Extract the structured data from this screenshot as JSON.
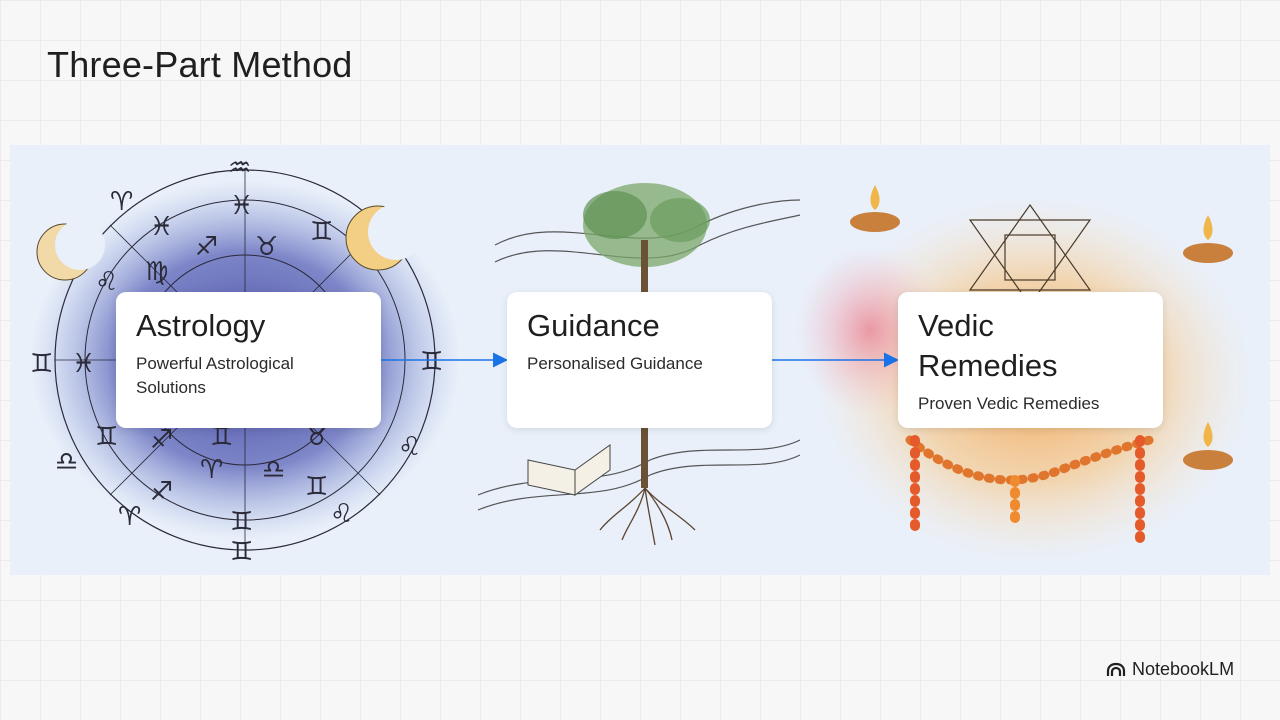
{
  "slide": {
    "title": "Three-Part Method"
  },
  "steps": [
    {
      "title": "Astrology",
      "subtitle": "Powerful Astrological Solutions"
    },
    {
      "title": "Guidance",
      "subtitle": "Personalised Guidance"
    },
    {
      "title": "Vedic Remedies",
      "subtitle": "Proven Vedic Remedies"
    }
  ],
  "brand": {
    "label": "NotebookLM",
    "icon": "notebooklm-logo-icon"
  },
  "colors": {
    "arrow": "#1a73e8",
    "band": "#e9f0fa",
    "ink": "#1f1f1f"
  }
}
